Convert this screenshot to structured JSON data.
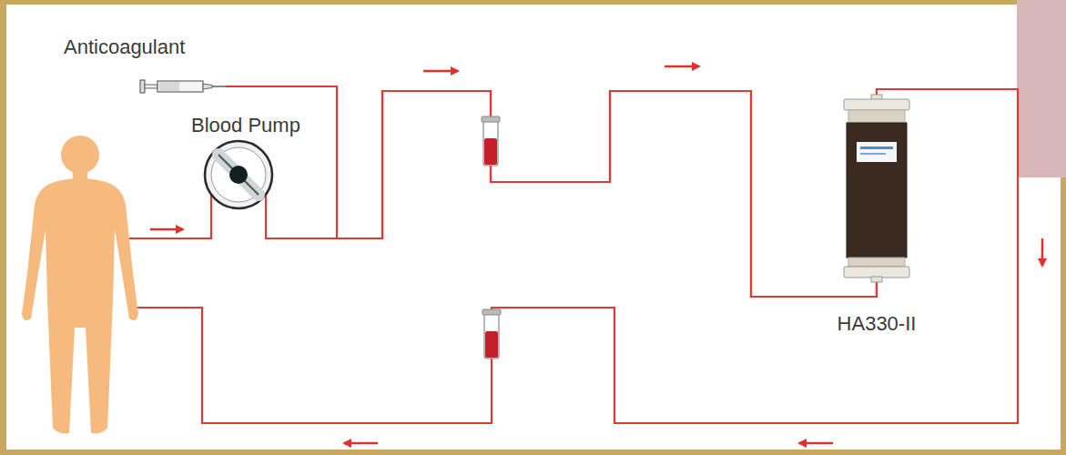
{
  "diagram": {
    "nodes": [
      {
        "text": [
          "Anticoagulant"
        ]
      },
      {
        "text": [
          "Blood Pump"
        ]
      },
      {
        "text": [
          "HA330-II"
        ]
      }
    ],
    "edges": [
      {
        "from": 0,
        "to": 2,
        "arrow": "none"
      },
      {
        "from": 1,
        "to": 2,
        "arrow": "none"
      }
    ]
  }
}
